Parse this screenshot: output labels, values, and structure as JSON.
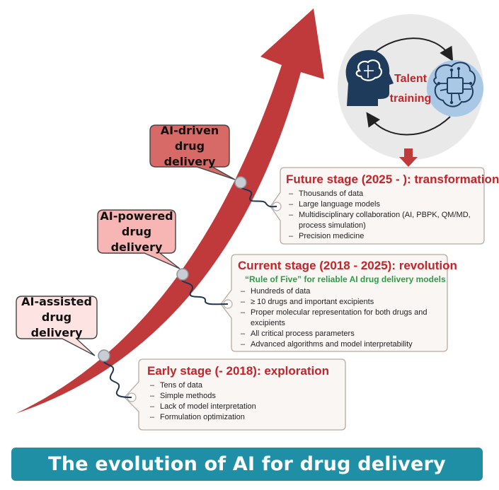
{
  "callouts": [
    {
      "line1": "AI-assisted",
      "line2": "drug delivery",
      "fill": "#fde3e2"
    },
    {
      "line1": "AI-powered",
      "line2": "drug delivery",
      "fill": "#f7b5b3"
    },
    {
      "line1": "AI-driven",
      "line2": "drug delivery",
      "fill": "#d76a67"
    }
  ],
  "stages": [
    {
      "title": "Early stage (- 2018): exploration",
      "items": [
        "Tens of data",
        "Simple methods",
        "Lack of model interpretation",
        "Formulation optimization"
      ]
    },
    {
      "title": "Current stage (2018 - 2025): revolution",
      "subtitle": "“Rule of Five” for reliable AI drug delivery models",
      "items": [
        "Hundreds of data",
        "≥ 10 drugs and important excipients",
        "Proper molecular representation for both drugs and excipients",
        "All critical process parameters",
        "Advanced algorithms and model interpretability"
      ]
    },
    {
      "title": "Future stage (2025 - ): transformation",
      "items": [
        "Thousands of data",
        "Large language models",
        "Multidisciplinary collaboration (AI, PBPK, QM/MD, process simulation)",
        "Precision medicine"
      ]
    }
  ],
  "talent": {
    "line1": "Talent",
    "line2": "training"
  },
  "banner": "The evolution of AI for drug delivery",
  "colors": {
    "arrow": "#c0393b",
    "title_red": "#c0262b",
    "subtitle_green": "#2e9b47",
    "banner_bg": "#1f8fa5",
    "circle_bg": "#e9e9e9",
    "head_icon": "#1f3b5c",
    "chip_bg": "#a9c8e6"
  },
  "icons": [
    "brain-head-icon",
    "circuit-brain-icon",
    "down-arrow-icon",
    "cycle-arrows-icon",
    "pin-icon"
  ]
}
